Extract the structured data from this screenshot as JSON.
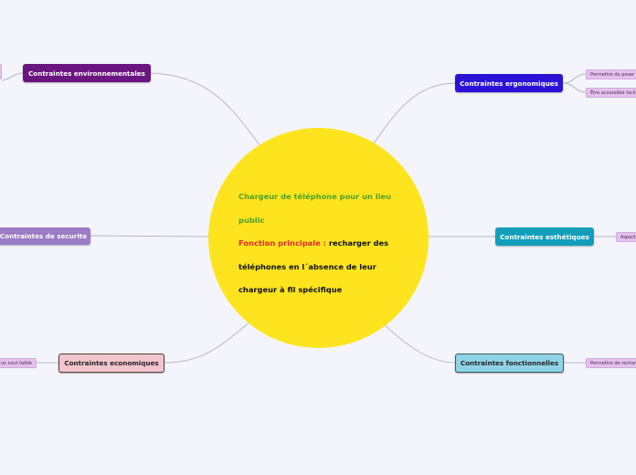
{
  "root": {
    "title": "Chargeur de téléphone pour un lieu public",
    "label": "Fonction principale :",
    "text": "recharger des téléphones en l´absence de leur chargeur à fil spécifique"
  },
  "branches": [
    {
      "id": "env",
      "label": "Contraintes environnementales",
      "color": "#6a1680",
      "text_color": "#ffffff"
    },
    {
      "id": "ergo",
      "label": "Contraintes ergonomiques",
      "color": "#2c12d6",
      "text_color": "#ffffff"
    },
    {
      "id": "secu",
      "label": "Contraintes de securite",
      "color": "#9a7bc4",
      "text_color": "#ffffff"
    },
    {
      "id": "esth",
      "label": "Contraintes esthétiques",
      "color": "#139fbb",
      "text_color": "#ffffff"
    },
    {
      "id": "eco",
      "label": "Contraintes economiques",
      "color": "#f2c4cc",
      "text_color": "#222222"
    },
    {
      "id": "fonc",
      "label": "Contraintes fonctionnelles",
      "color": "#8fd4e6",
      "text_color": "#222222"
    }
  ],
  "leaves": [
    {
      "parent": "ergo",
      "label": "Permettre de poser"
    },
    {
      "parent": "ergo",
      "label": "Être accessible facilement"
    },
    {
      "parent": "esth",
      "label": "Aspect"
    },
    {
      "parent": "eco",
      "label": "un cout faible"
    },
    {
      "parent": "fonc",
      "label": "Permettre de recharger"
    },
    {
      "parent": "env",
      "label": ""
    }
  ]
}
